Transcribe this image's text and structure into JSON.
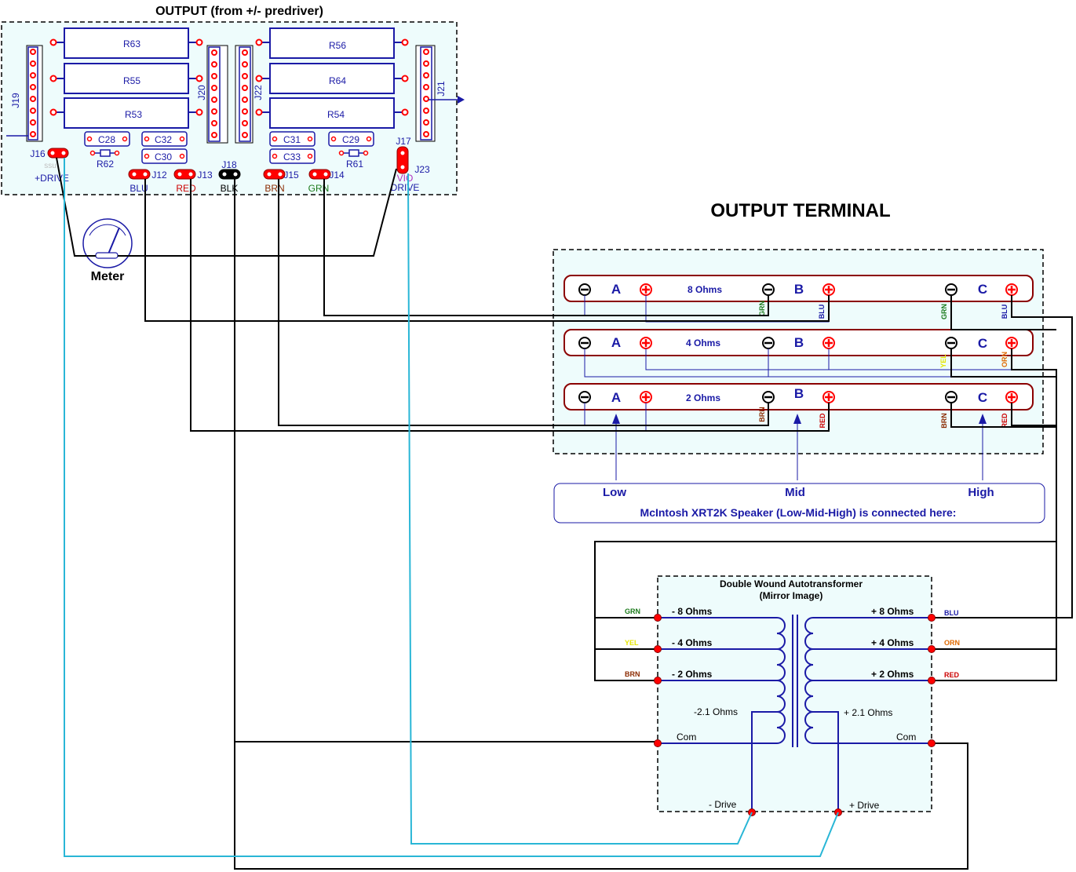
{
  "pcb": {
    "title": "OUTPUT (from +/- predriver)",
    "resistors": [
      "R63",
      "R55",
      "R53",
      "R56",
      "R64",
      "R54"
    ],
    "connectors": [
      "J19",
      "J20",
      "J22",
      "J21"
    ],
    "caps": [
      "C28",
      "C32",
      "C30",
      "C31",
      "C33",
      "C29"
    ],
    "small_resistors": [
      "R62",
      "R61"
    ],
    "jumpers": [
      "J16",
      "J12",
      "J13",
      "J18",
      "J15",
      "J14",
      "J17",
      "J23"
    ],
    "jumper_labels": [
      "+DRIVE",
      "BLU",
      "RED",
      "BLK",
      "BRN",
      "GRN",
      "VIO",
      "DRIVE"
    ],
    "faded_label": "ssu"
  },
  "meter": {
    "label": "Meter"
  },
  "terminal": {
    "title": "OUTPUT TERMINAL",
    "strips": [
      {
        "ohms": "8 Ohms",
        "b_minus_color": "GRN",
        "b_plus_color": "BLU",
        "c_minus_color": "GRN",
        "c_plus_color": "BLU"
      },
      {
        "ohms": "4 Ohms",
        "c_minus_color": "YEL",
        "c_plus_color": "ORN"
      },
      {
        "ohms": "2 Ohms",
        "b_minus_color": "BRN",
        "b_plus_color": "RED",
        "c_minus_color": "BRN",
        "c_plus_color": "RED"
      }
    ],
    "letters": [
      "A",
      "B",
      "C"
    ],
    "arrow_labels": [
      "Low",
      "Mid",
      "High"
    ],
    "note": "McIntosh XRT2K Speaker (Low-Mid-High) is connected here:"
  },
  "transformer": {
    "title": "Double Wound Autotransformer",
    "subtitle": "(Mirror Image)",
    "left_taps": [
      "- 8 Ohms",
      "- 4 Ohms",
      "- 2 Ohms"
    ],
    "right_taps": [
      "+ 8 Ohms",
      "+ 4 Ohms",
      "+ 2 Ohms"
    ],
    "left_colors": [
      "GRN",
      "YEL",
      "BRN"
    ],
    "right_colors": [
      "BLU",
      "ORN",
      "RED"
    ],
    "left_mid": "-2.1 Ohms",
    "right_mid": "+ 2.1 Ohms",
    "com_left": "Com",
    "com_right": "Com",
    "minus_drive": "- Drive",
    "plus_drive": "+ Drive"
  },
  "colors": {
    "board_fill": "#eefcfc",
    "trace_blue": "#1a1aa6",
    "pad_red": "#ff0000",
    "strip_border": "#8b0000",
    "cyan_wire": "#29b6d6",
    "grn": "#1b7a1b",
    "yel": "#e6e600",
    "brn": "#8b2a00",
    "orn": "#e06a00",
    "red": "#cc0000",
    "vio": "#b030c0"
  }
}
